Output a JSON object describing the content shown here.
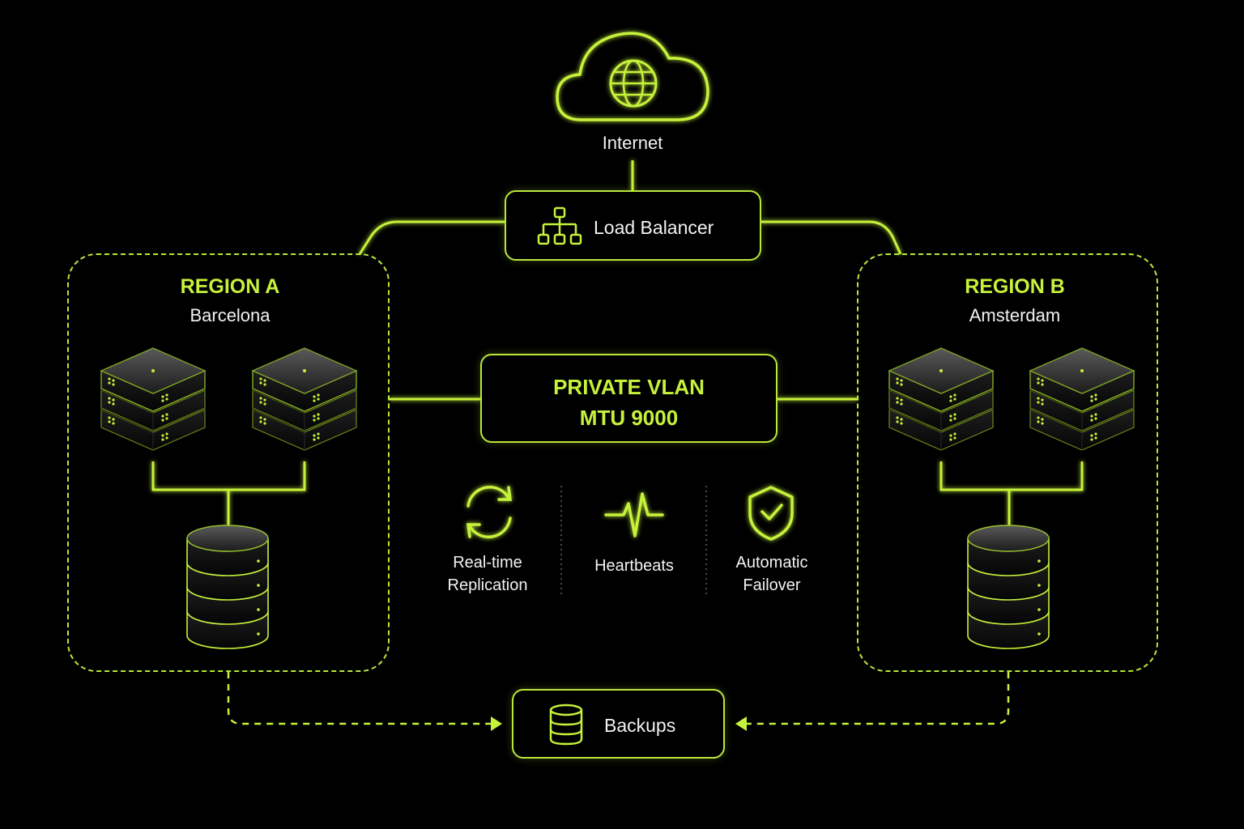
{
  "internet": {
    "label": "Internet",
    "icon": "cloud-globe-icon"
  },
  "load_balancer": {
    "label": "Load Balancer",
    "icon": "hierarchy-icon"
  },
  "region_a": {
    "title": "REGION A",
    "city": "Barcelona"
  },
  "region_b": {
    "title": "REGION B",
    "city": "Amsterdam"
  },
  "vlan": {
    "line1": "PRIVATE VLAN",
    "line2": "MTU 9000"
  },
  "features": [
    {
      "line1": "Real-time",
      "line2": "Replication",
      "icon": "sync-icon"
    },
    {
      "line1": "Heartbeats",
      "line2": "",
      "icon": "pulse-icon"
    },
    {
      "line1": "Automatic",
      "line2": "Failover",
      "icon": "shield-check-icon"
    }
  ],
  "backups": {
    "label": "Backups",
    "icon": "database-icon"
  },
  "colors": {
    "accent": "#c6f23b",
    "background": "#000000",
    "text": "#f2f2f2"
  }
}
